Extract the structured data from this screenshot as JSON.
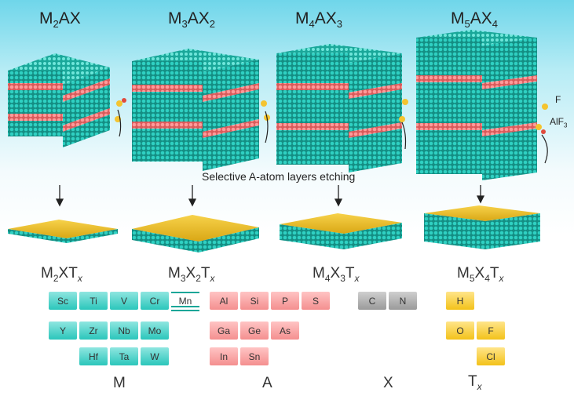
{
  "phases": [
    {
      "base": "M",
      "m_sub": "2",
      "mid": "AX",
      "x_sub": ""
    },
    {
      "base": "M",
      "m_sub": "3",
      "mid": "AX",
      "x_sub": "2"
    },
    {
      "base": "M",
      "m_sub": "4",
      "mid": "AX",
      "x_sub": "3"
    },
    {
      "base": "M",
      "m_sub": "5",
      "mid": "AX",
      "x_sub": "4"
    }
  ],
  "products": [
    {
      "m": "M",
      "m_sub": "2",
      "x": "X",
      "x_sub": "",
      "t": "T",
      "t_sub": "x"
    },
    {
      "m": "M",
      "m_sub": "3",
      "x": "X",
      "x_sub": "2",
      "t": "T",
      "t_sub": "x"
    },
    {
      "m": "M",
      "m_sub": "4",
      "x": "X",
      "x_sub": "3",
      "t": "T",
      "t_sub": "x"
    },
    {
      "m": "M",
      "m_sub": "5",
      "x": "X",
      "x_sub": "4",
      "t": "T",
      "t_sub": "x"
    }
  ],
  "process_label": "Selective A-atom layers etching",
  "etchant_labels": {
    "f": "F",
    "alf3_base": "AlF",
    "alf3_sub": "3"
  },
  "elements": {
    "m": [
      "Sc",
      "Ti",
      "V",
      "Cr",
      "Mn",
      "Y",
      "Zr",
      "Nb",
      "Mo",
      "Hf",
      "Ta",
      "W"
    ],
    "a": [
      "Al",
      "Si",
      "P",
      "S",
      "Ga",
      "Ge",
      "As",
      "In",
      "Sn"
    ],
    "x": [
      "C",
      "N"
    ],
    "t": [
      "H",
      "O",
      "F",
      "Cl"
    ]
  },
  "categories": {
    "m": "M",
    "a": "A",
    "x": "X",
    "t_base": "T",
    "t_sub": "x"
  },
  "colors": {
    "m_layer": "#1aa89a",
    "a_layer": "#f07a7a",
    "x_layer": "#9a9a9a",
    "t_layer": "#f2c11c"
  }
}
